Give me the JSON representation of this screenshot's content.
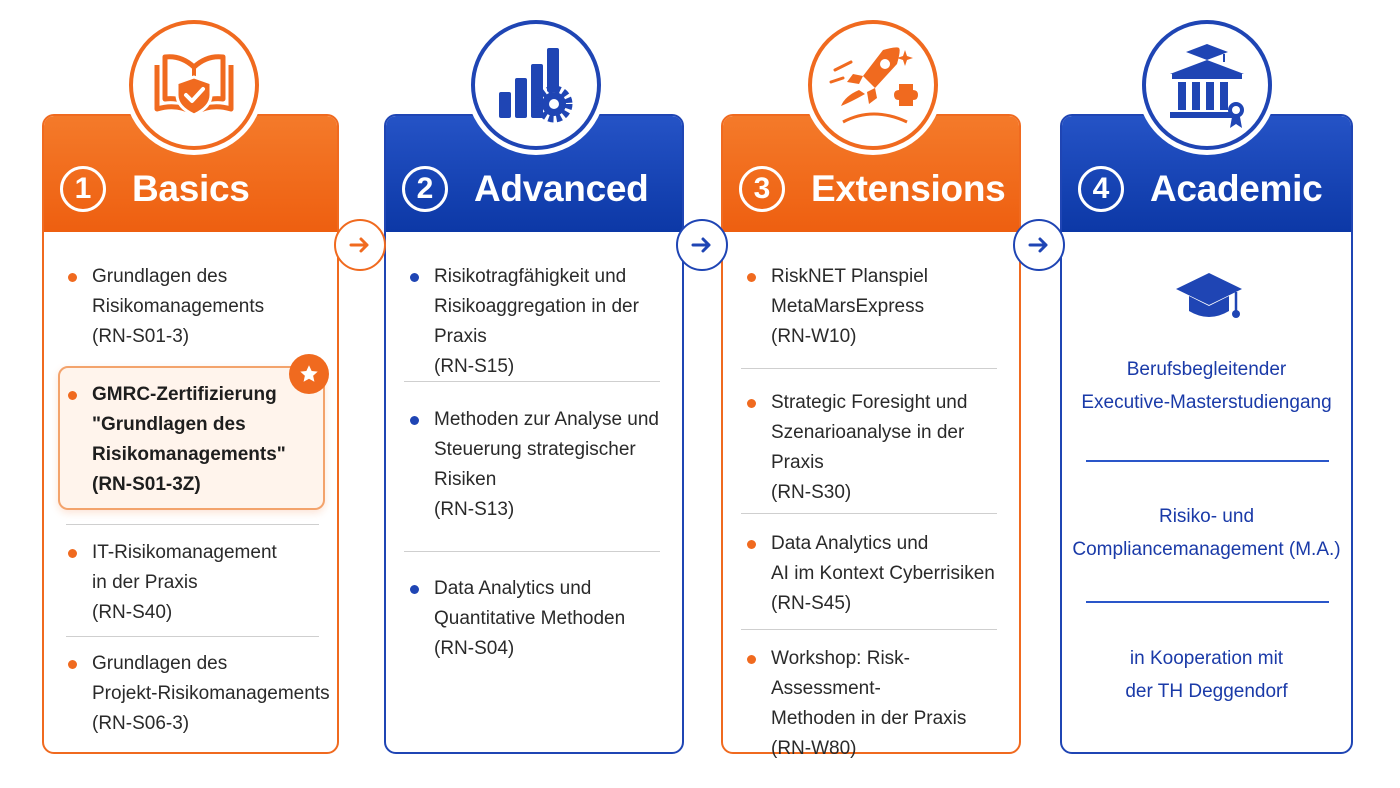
{
  "columns": [
    {
      "number": "1",
      "title": "Basics",
      "items": [
        {
          "text": "Grundlagen des\nRisikomanagements\n(RN-S01-3)"
        },
        {
          "text": "GMRC-Zertifizierung\n\"Grundlagen des\nRisikomanagements\"\n(RN-S01-3Z)",
          "highlighted": true
        },
        {
          "text": "IT-Risikomanagement\nin der Praxis\n(RN-S40)"
        },
        {
          "text": "Grundlagen des\nProjekt-Risikomanagements\n(RN-S06-3)"
        }
      ]
    },
    {
      "number": "2",
      "title": "Advanced",
      "items": [
        {
          "text": "Risikotragfähigkeit und\nRisikoaggregation in der Praxis\n(RN-S15)"
        },
        {
          "text": "Methoden zur Analyse und\nSteuerung strategischer\nRisiken\n(RN-S13)"
        },
        {
          "text": "Data Analytics und\nQuantitative Methoden\n(RN-S04)"
        }
      ]
    },
    {
      "number": "3",
      "title": "Extensions",
      "items": [
        {
          "text": "RiskNET Planspiel\nMetaMarsExpress\n(RN-W10)"
        },
        {
          "text": "Strategic Foresight und\nSzenarioanalyse in der\nPraxis\n(RN-S30)"
        },
        {
          "text": "Data Analytics und\nAI im Kontext Cyberrisiken\n(RN-S45)"
        },
        {
          "text": "Workshop: Risk-Assessment-\nMethoden in der Praxis\n(RN-W80)"
        }
      ]
    },
    {
      "number": "4",
      "title": "Academic",
      "entries": [
        "Berufsbegleitender\nExecutive-Masterstudiengang",
        "Risiko- und\nCompliancemanagement (M.A.)",
        "in Kooperation mit\nder TH Deggendorf"
      ]
    }
  ],
  "icons": {
    "col1": "book-shield-icon",
    "col2": "bar-chart-gear-icon",
    "col3": "rocket-puzzle-icon",
    "col4": "university-building-icon",
    "academic": "graduation-cap-icon",
    "highlight": "star-icon",
    "connector": "arrow-right-icon"
  },
  "colors": {
    "orange": "#f06a1f",
    "blue": "#1f45b4"
  }
}
